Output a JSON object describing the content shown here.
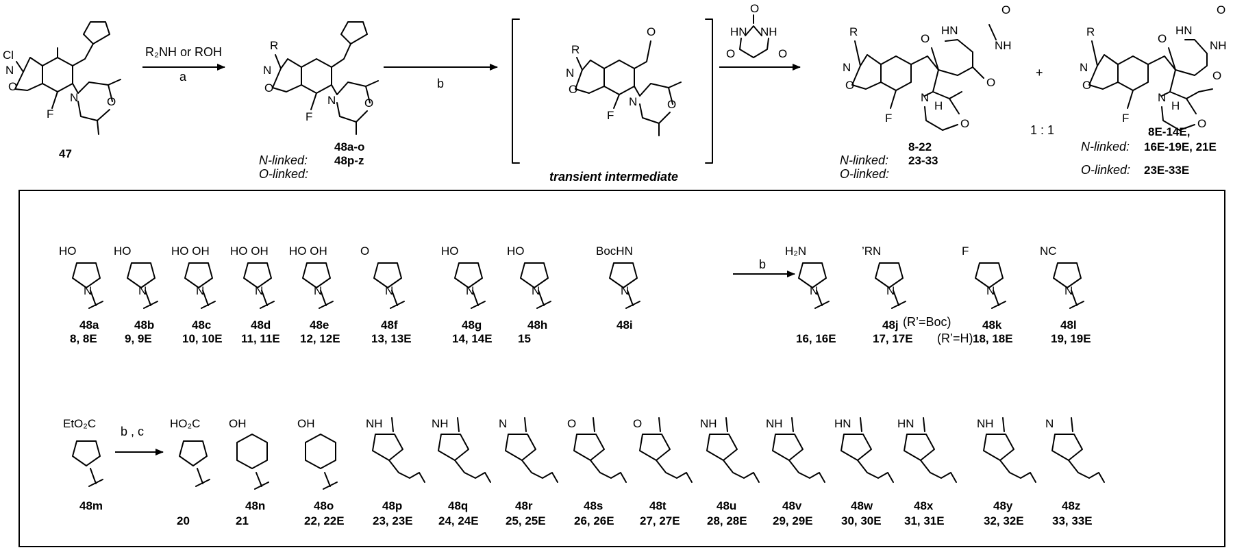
{
  "scheme": {
    "reagent_label": "R₂NH or ROH",
    "step_a": "a",
    "step_b": "b",
    "ratio": "1 : 1",
    "plus": "+",
    "transient_label": "transient intermediate",
    "n_linked": "N-linked:",
    "o_linked": "O-linked:",
    "sm_label": "47",
    "int48_n": "48a-o",
    "int48_o": "48p-z",
    "prod_n": "8-22",
    "prod_o": "23-33",
    "epi_n1": "8E-14E,",
    "epi_n2": "16E-19E, 21E",
    "epi_o": "23E-33E",
    "atoms": {
      "Cl": "Cl",
      "N": "N",
      "O": "O",
      "F": "F",
      "R": "R",
      "H": "H",
      "NH": "NH",
      "HN": "HN"
    }
  },
  "box": {
    "row1": [
      {
        "top": "HO",
        "code": "48a",
        "products": "8, 8E"
      },
      {
        "top": "HO",
        "code": "48b",
        "products": "9, 9E"
      },
      {
        "top": "HO  OH",
        "code": "48c",
        "products": "10, 10E"
      },
      {
        "top": "HO  OH",
        "code": "48d",
        "products": "11, 11E"
      },
      {
        "top": "HO  OH",
        "code": "48e",
        "products": "12, 12E"
      },
      {
        "top": "O",
        "code": "48f",
        "products": "13, 13E"
      },
      {
        "top": "HO",
        "code": "48g",
        "products": "14, 14E"
      },
      {
        "top": "HO",
        "code": "48h",
        "products": "15"
      },
      {
        "top": "BocHN",
        "code": "48i",
        "products": ""
      },
      {
        "top": "H₂N",
        "code": "",
        "products": "16, 16E"
      },
      {
        "top": "’RN",
        "code": "48j",
        "products": "17, 17E",
        "note1": "(R’=Boc)",
        "note2": "(R’=H)"
      },
      {
        "top": "F",
        "code": "48k",
        "products": "18, 18E"
      },
      {
        "top": "NC",
        "code": "48l",
        "products": "19, 19E"
      }
    ],
    "row1_arrow": "b",
    "row2": [
      {
        "top": "EtO₂C",
        "code": "48m",
        "products": ""
      },
      {
        "top": "HO₂C",
        "code": "",
        "products": "20"
      },
      {
        "top": "OH",
        "code": "48n",
        "products": "21"
      },
      {
        "top": "OH",
        "code": "48o",
        "products": "22, 22E"
      },
      {
        "top": "NH",
        "code": "48p",
        "products": "23, 23E"
      },
      {
        "top": "NH",
        "code": "48q",
        "products": "24, 24E"
      },
      {
        "top": "N",
        "code": "48r",
        "products": "25, 25E"
      },
      {
        "top": "O",
        "code": "48s",
        "products": "26, 26E"
      },
      {
        "top": "O",
        "code": "48t",
        "products": "27, 27E"
      },
      {
        "top": "NH",
        "code": "48u",
        "products": "28, 28E"
      },
      {
        "top": "NH",
        "code": "48v",
        "products": "29, 29E"
      },
      {
        "top": "HN",
        "code": "48w",
        "products": "30, 30E"
      },
      {
        "top": "HN",
        "code": "48x",
        "products": "31, 31E"
      },
      {
        "top": "NH",
        "code": "48y",
        "products": "32, 32E"
      },
      {
        "top": "N",
        "code": "48z",
        "products": "33, 33E"
      }
    ],
    "row2_arrow": "b , c"
  }
}
